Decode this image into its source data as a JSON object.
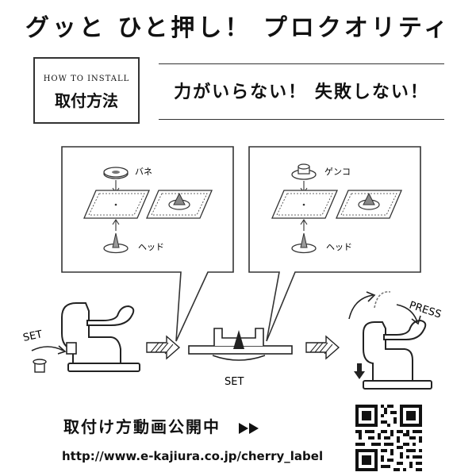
{
  "header": {
    "headline": "グッと ひと押し！ プロクオリティ"
  },
  "install_box": {
    "subtitle": "HOW TO INSTALL",
    "title": "取付方法"
  },
  "tagline": "力がいらない！ 失敗しない！",
  "panels": {
    "left": {
      "top_part_label": "バネ",
      "bottom_part_label": "ヘッド"
    },
    "right": {
      "top_part_label": "ゲンコ",
      "bottom_part_label": "ヘッド"
    }
  },
  "steps": {
    "set_left": "SET",
    "set_middle": "SET",
    "press": "PRESS"
  },
  "footer": {
    "video_label": "取付け方動画公開中",
    "url": "http://www.e-kajiura.co.jp/cherry_label"
  },
  "icons": {
    "play": "double-play-icon",
    "qr": "qr-code-icon"
  }
}
